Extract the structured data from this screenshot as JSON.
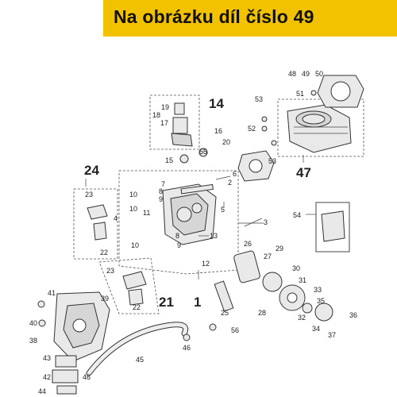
{
  "header": {
    "title": "Na obrázku díl číslo 49"
  },
  "colors": {
    "banner": "#f2c200",
    "text": "#111111"
  },
  "group_labels": [
    "14",
    "24",
    "47",
    "21",
    "1"
  ],
  "part_labels": [
    "48",
    "49",
    "50",
    "51",
    "53",
    "52",
    "53",
    "16",
    "19",
    "18",
    "17",
    "20",
    "55",
    "15",
    "6",
    "2",
    "7",
    "10",
    "8",
    "9",
    "11",
    "10",
    "8",
    "9",
    "10",
    "4",
    "23",
    "22",
    "5",
    "3",
    "54",
    "13",
    "12",
    "26",
    "27",
    "29",
    "30",
    "31",
    "33",
    "23",
    "22",
    "25",
    "28",
    "32",
    "34",
    "35",
    "36",
    "37",
    "41",
    "40",
    "39",
    "38",
    "43",
    "42",
    "44",
    "45",
    "46",
    "46",
    "56"
  ]
}
